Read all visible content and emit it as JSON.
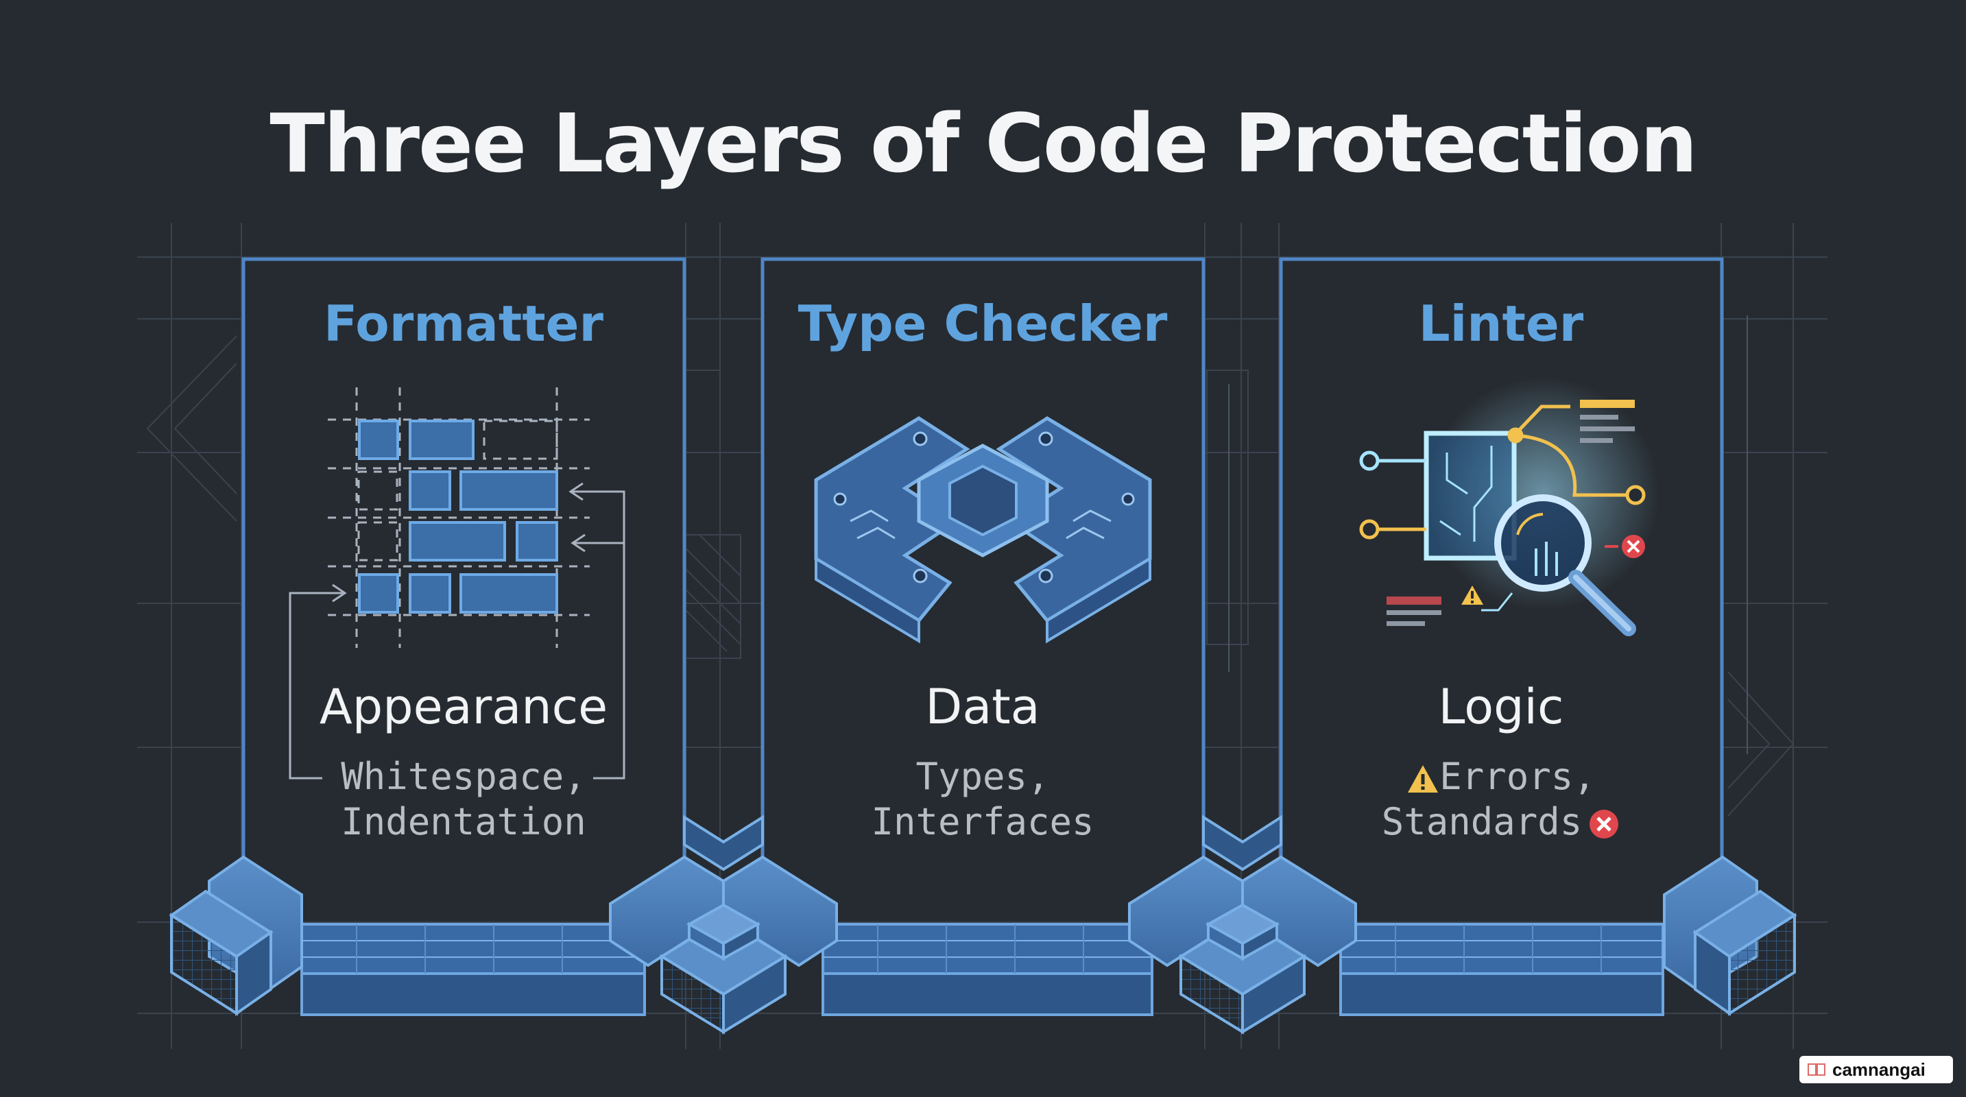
{
  "title": "Three Layers of Code Protection",
  "panels": [
    {
      "name": "Formatter",
      "category": "Appearance",
      "desc_line1": "Whitespace,",
      "desc_line2": "Indentation",
      "icon": "formatting-blocks-icon"
    },
    {
      "name": "Type Checker",
      "category": "Data",
      "desc_line1": "Types,",
      "desc_line2": "Interfaces",
      "icon": "interlocking-chip-icon"
    },
    {
      "name": "Linter",
      "category": "Logic",
      "desc_line1": "Errors,",
      "desc_line2": "Standards",
      "icon": "magnifier-circuit-icon"
    }
  ],
  "watermark": "camnangai",
  "colors": {
    "background": "#262b31",
    "accent_blue": "#5fa3de",
    "frame_blue": "#4f86c6",
    "warning": "#f2c14e",
    "error": "#e0474c"
  }
}
